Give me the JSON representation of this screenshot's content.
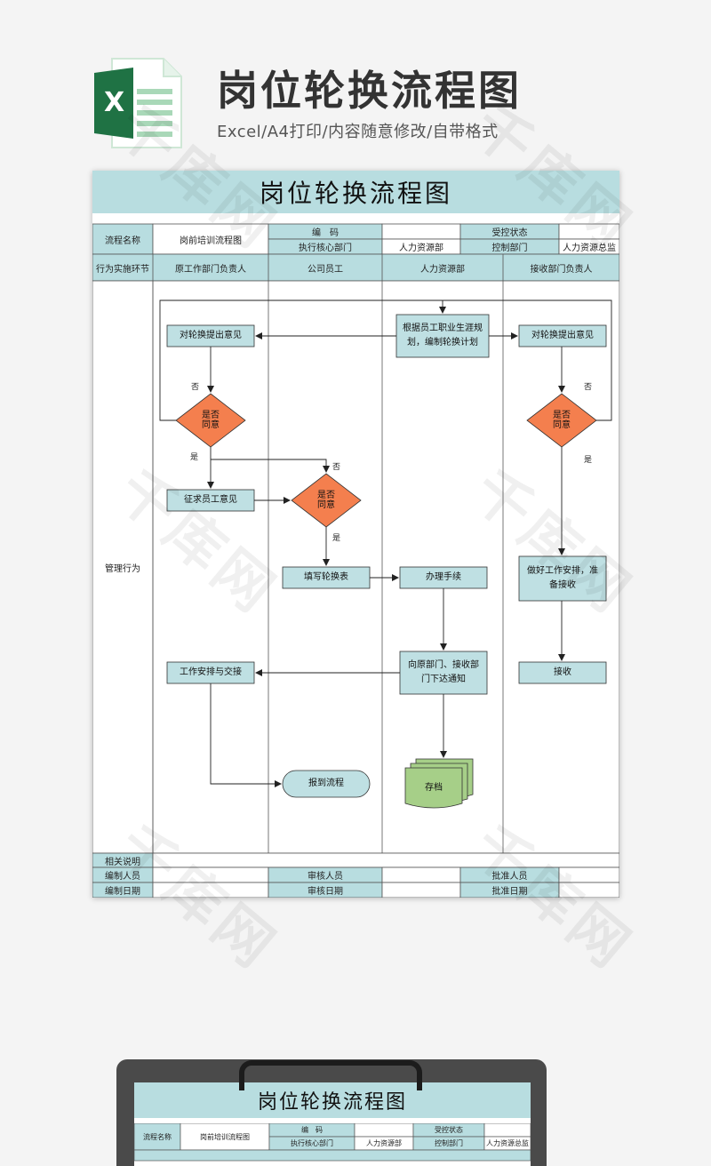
{
  "header": {
    "icon_letter": "X",
    "title": "岗位轮换流程图",
    "subtitle": "Excel/A4打印/内容随意修改/自带格式"
  },
  "sheet": {
    "title": "岗位轮换流程图",
    "info": {
      "process_name_label": "流程名称",
      "process_name_value": "岗前培训流程图",
      "code_label": "编　码",
      "control_status_label": "受控状态",
      "exec_dept_label": "执行核心部门",
      "exec_dept_value": "人力资源部",
      "control_dept_label": "控制部门",
      "control_dept_value": "人力资源总监"
    },
    "lanes": {
      "header_label": "行为实施环节",
      "col1": "原工作部门负责人",
      "col2": "公司员工",
      "col3": "人力资源部",
      "col4": "接收部门负责人",
      "row_label": "管理行为"
    },
    "flow": {
      "plan": "根据员工职业生涯规\n划，编制轮换计划",
      "opinion_left": "对轮换提出意见",
      "opinion_right": "对轮换提出意见",
      "agree_left": "是否\n同意",
      "agree_right": "是否\n同意",
      "agree_mid": "是否\n同意",
      "solicit": "征求员工意见",
      "fill_form": "填写轮换表",
      "handle": "办理手续",
      "prepare": "做好工作安排，准\n备接收",
      "notify": "向原部门、接收部\n门下达通知",
      "receive": "接收",
      "handover": "工作安排与交接",
      "report": "报到流程",
      "archive": "存档",
      "yes": "是",
      "no": "否"
    },
    "footer": {
      "notes_label": "相关说明",
      "editor_label": "编制人员",
      "reviewer_label": "审核人员",
      "approver_label": "批准人员",
      "edit_date_label": "编制日期",
      "review_date_label": "审核日期",
      "approve_date_label": "批准日期"
    }
  },
  "preview": {
    "title": "岗位轮换流程图",
    "process_name_label": "流程名称",
    "process_name_value": "岗前培训流程图",
    "code_label": "编　码",
    "control_status_label": "受控状态",
    "exec_dept_label": "执行核心部门",
    "exec_dept_value": "人力资源部",
    "control_dept_label": "控制部门",
    "control_dept_value": "人力资源总监"
  },
  "colors": {
    "teal_fill": "#b8dde0",
    "box_fill": "#bfe0e3",
    "diamond_fill": "#f47f4e",
    "archive_fill": "#a6cf88",
    "excel_green": "#1f7244"
  },
  "watermark_text": "千库网"
}
